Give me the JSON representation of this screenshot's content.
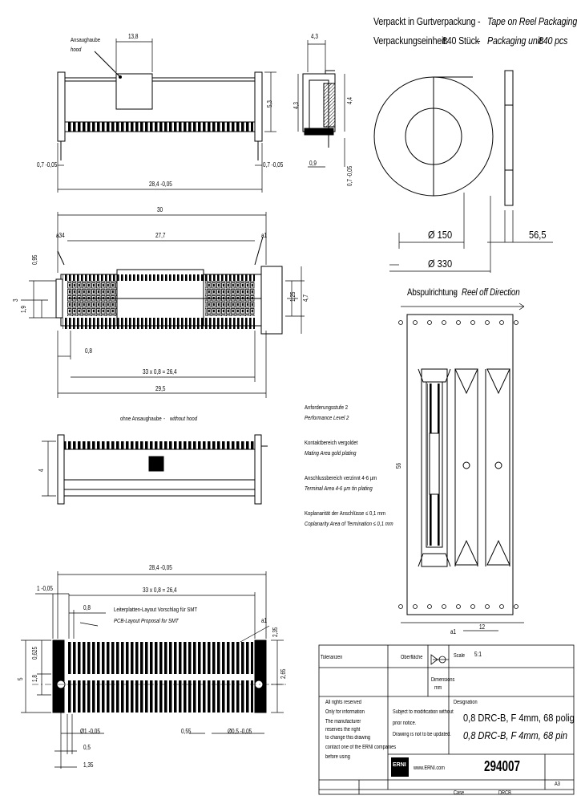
{
  "header": {
    "line1_de": "Verpackt in Gurtverpackung",
    "line1_sep": "-",
    "line1_en": "Tape on Reel Packaging",
    "line2_de": "Verpackungseinheit:",
    "line2_de_val": "840 Stück",
    "line2_sep": "-",
    "line2_en": "Packaging unit:",
    "line2_en_val": "840 pcs"
  },
  "view1": {
    "hood_de": "Ansaughaube",
    "hood_en": "hood",
    "dim_width": "13,8",
    "dim_height": "5,3",
    "dim_left": "0,7 -0,05",
    "dim_right": "0,7 -0,05",
    "dim_total": "28,4 -0,05"
  },
  "side_view": {
    "dim_top": "4,3",
    "dim_h1": "4,3",
    "dim_h2": "4,4",
    "dim_bottom": "0,9",
    "dim_bottom2": "0,7 -0,05"
  },
  "reel": {
    "dim_inner": "Ø 150",
    "dim_outer": "Ø 330",
    "dim_width": "56,5"
  },
  "view2": {
    "dim_total_top": "30",
    "dim_inner": "27,7",
    "label_a34": "a34",
    "label_a1": "a1",
    "dim_095": "0,95",
    "dim_3": "3",
    "dim_19": "1,9",
    "dim_125": "1,25",
    "dim_47": "4,7",
    "dim_08": "0,8",
    "dim_pitch": "33 x 0,8 = 26,4",
    "dim_295": "29,5"
  },
  "reel_off": {
    "title_de": "Abspulrichtung",
    "title_sep": "-",
    "title_en": "Reel off Direction",
    "pitch": "12",
    "width": "56",
    "label_a1": "a1"
  },
  "performance": {
    "level_de": "Anforderungsstufe 2",
    "level_en": "Performance Level 2",
    "mating_de": "Kontaktbereich vergoldet",
    "mating_en": "Mating Area gold plating",
    "term_de": "Anschlussbereich verzinnt 4-6 µm",
    "term_en": "Terminal Area 4-6 µm tin plating",
    "coplan_de": "Koplanarität der Anschlüsse ≤ 0,1 mm",
    "coplan_en": "Coplanarity Area of Termination ≤ 0,1 mm"
  },
  "view3": {
    "title_de": "ohne Ansaughaube",
    "title_sep": "-",
    "title_en": "without hood",
    "dim_4": "4"
  },
  "pcb": {
    "dim_total": "28,4 -0,05",
    "dim_left": "1 -0,05",
    "dim_pitch": "33 x 0,8 = 26,4",
    "dim_08": "0,8",
    "title_de": "Leiterplatten-Layout Vorschlag für SMT",
    "title_en": "PCB-Layout Proposal for SMT",
    "label_a1": "a1",
    "dim_235": "2,35",
    "dim_265": "2,65",
    "dim_5": "5",
    "dim_18": "1,8",
    "dim_0625": "0,625",
    "dim_hole1": "Ø1 -0,05",
    "dim_055": "0,55",
    "dim_hole2": "Ø0,5 -0,05",
    "dim_05": "0,5",
    "dim_135": "1,35"
  },
  "title_block": {
    "tolerances": "Toleranzen",
    "surface": "Oberfläche",
    "scale_label": "Scale",
    "scale": "5:1",
    "dim_label": "Dimensions",
    "dim_unit": "mm",
    "rights": [
      "All rights reserved",
      "Only for information",
      "The manufacturer",
      "reserves the right",
      "to change this drawing",
      "contact one of the ERNI companies",
      "before using"
    ],
    "subject": [
      "Subject to modification without",
      "prior notice.",
      "Drawing is not to be updated."
    ],
    "designation_label": "Designation",
    "desc_de": "0,8 DRC-B, F 4mm, 68 polig",
    "desc_en": "0,8 DRC-B, F 4mm, 68 pin",
    "logo": "ERNI",
    "website": "www.ERNI.com",
    "part_no": "294007",
    "sheet_size": "A3",
    "case_label": "Case",
    "case_val": "DRCB"
  }
}
